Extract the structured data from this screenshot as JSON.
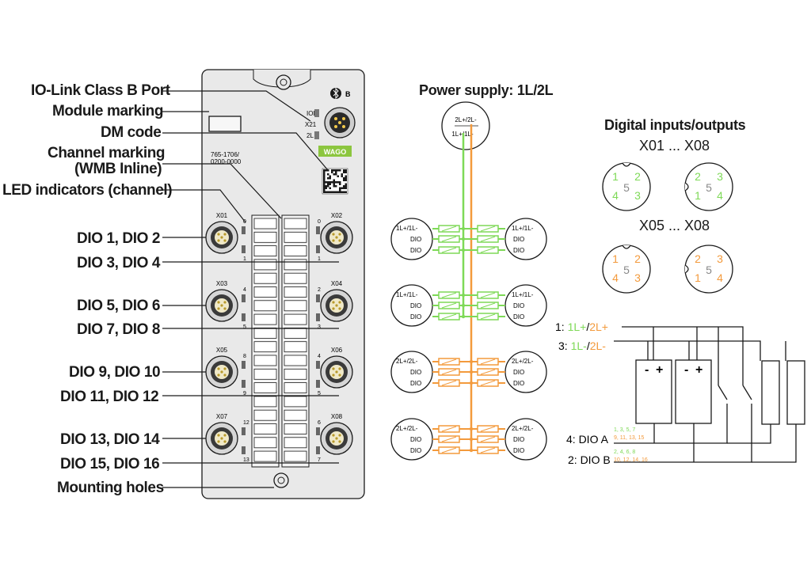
{
  "callouts": {
    "iolink": "IO-Link Class B Port",
    "module_marking": "Module marking",
    "dm_code": "DM code",
    "channel_marking_1": "Channel marking",
    "channel_marking_2": "(WMB Inline)",
    "led": "LED indicators (channel)",
    "dio_1_2": "DIO 1, DIO 2",
    "dio_3_4": "DIO 3, DIO 4",
    "dio_5_6": "DIO 5, DIO 6",
    "dio_7_8": "DIO 7, DIO 8",
    "dio_9_10": "DIO 9, DIO 10",
    "dio_11_12": "DIO 11, DIO 12",
    "dio_13_14": "DIO 13, DIO 14",
    "dio_15_16": "DIO 15, DIO 16",
    "mounting": "Mounting holes"
  },
  "module": {
    "article_1": "765-1706/",
    "article_2": "0200-0000",
    "brand": "WAGO",
    "iol_labels": [
      "IOL",
      "X21",
      "2L"
    ],
    "b_label": "B",
    "ports_left": [
      "X01",
      "X03",
      "X05",
      "X07"
    ],
    "ports_right": [
      "X02",
      "X04",
      "X06",
      "X08"
    ],
    "ch_left": [
      [
        "0",
        "1"
      ],
      [
        "4",
        "5"
      ],
      [
        "8",
        "9"
      ],
      [
        "12",
        "13"
      ]
    ],
    "ch_right": [
      [
        "0",
        "1"
      ],
      [
        "2",
        "3"
      ],
      [
        "4",
        "5"
      ],
      [
        "6",
        "7"
      ]
    ]
  },
  "power": {
    "title": "Power supply: 1L/2L",
    "top_labels": [
      "2L+/2L-",
      "1L+/1L-"
    ],
    "groups": [
      {
        "label": "1L+/1L-",
        "color": "#7ed957"
      },
      {
        "label": "1L+/1L-",
        "color": "#7ed957"
      },
      {
        "label": "2L+/2L-",
        "color": "#f39a3c"
      },
      {
        "label": "2L+/2L-",
        "color": "#f39a3c"
      }
    ],
    "dio": "DIO"
  },
  "digital": {
    "title": "Digital inputs/outputs",
    "range_1": "X01 ... X08",
    "range_2": "X05 ... X08",
    "pins_a": [
      "1",
      "2",
      "5",
      "4",
      "3"
    ],
    "pins_b": [
      "2",
      "3",
      "5",
      "1",
      "4"
    ]
  },
  "wiring": {
    "pin1_prefix": "1: ",
    "pin1_a": "1L+",
    "pin1_sep": "/",
    "pin1_b": "2L+",
    "pin3_prefix": "3: ",
    "pin3_a": "1L-",
    "pin3_sep": "/",
    "pin3_b": "2L-",
    "dio_a": "4: DIO A",
    "dio_b": "2: DIO B",
    "a_green": "1, 3, 5, 7",
    "a_orange": "9, 11, 13, 15",
    "b_green": "2, 4, 6, 8",
    "b_orange": "10, 12, 14, 16",
    "sym_minus": "-",
    "sym_plus": "+"
  },
  "colors": {
    "green": "#7ed957",
    "orange": "#f39a3c",
    "gray": "#e6e6e6",
    "line": "#1a1a1a"
  }
}
